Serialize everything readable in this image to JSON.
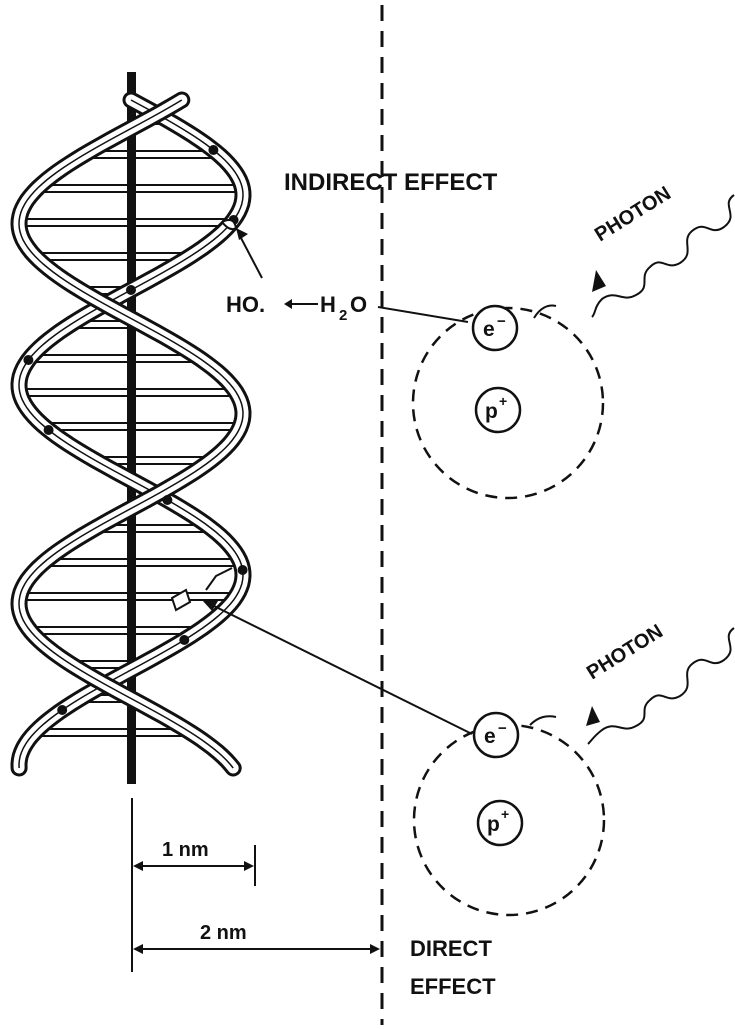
{
  "labels": {
    "indirect_effect": "INDIRECT EFFECT",
    "direct_effect_line1": "DIRECT",
    "direct_effect_line2": "EFFECT",
    "photon_top": "PHOTON",
    "photon_bottom": "PHOTON",
    "hydroxyl": "HO.",
    "water_h": "H",
    "water_sub": "2",
    "water_o": "O",
    "electron": "e",
    "electron_charge": "−",
    "proton": "p",
    "proton_charge": "+",
    "scale_1nm": "1 nm",
    "scale_2nm": "2 nm"
  },
  "colors": {
    "ink": "#111111",
    "paper": "#ffffff",
    "stipple": "#9a9a9a"
  }
}
